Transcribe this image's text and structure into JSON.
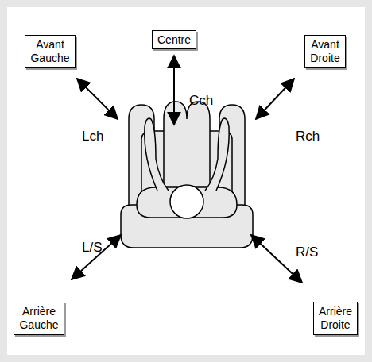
{
  "diagram": {
    "nodes": [
      {
        "text": [
          "Avant Gauche"
        ]
      },
      {
        "text": [
          "Centre"
        ]
      },
      {
        "text": [
          "Avant Droite"
        ]
      },
      {
        "text": [
          "Arrière Gauche"
        ]
      },
      {
        "text": [
          "Arrière Droite"
        ]
      }
    ],
    "labels": [
      "Lch",
      "Cch",
      "Rch",
      "L/S",
      "R/S"
    ]
  }
}
